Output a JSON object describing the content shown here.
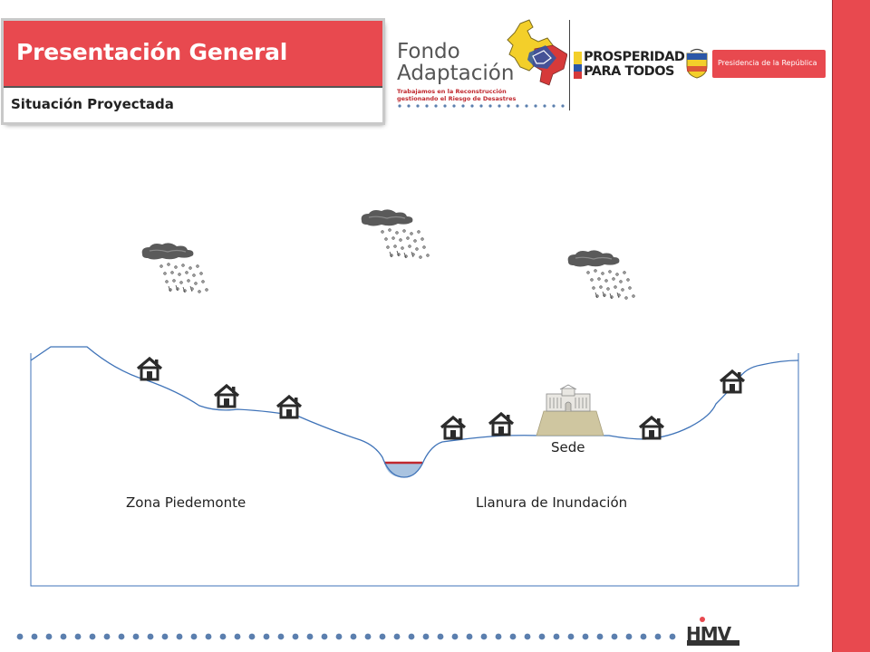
{
  "header": {
    "title": "Presentación General",
    "subtitle": "Situación Proyectada"
  },
  "logos": {
    "fondo_line1": "Fondo",
    "fondo_line2": "Adaptación",
    "fondo_tagline1": "Trabajamos en la Reconstrucción",
    "fondo_tagline2": "gestionando el Riesgo de Desastres",
    "prosperidad_line1": "PROSPERIDAD",
    "prosperidad_line2": "PARA TODOS",
    "presidencia": "Presidencia de la República",
    "hmv": "HMV"
  },
  "diagram": {
    "sede_label": "Sede",
    "zone_left": "Zona Piedemonte",
    "zone_right": "Llanura de Inundación"
  },
  "colors": {
    "accent": "#e8494f",
    "terrain_line": "#3f73b8",
    "water": "#a9c3e0",
    "water_surface": "#c0282e",
    "cloud": "#5a5a5a",
    "platform": "#cfc6a0"
  }
}
